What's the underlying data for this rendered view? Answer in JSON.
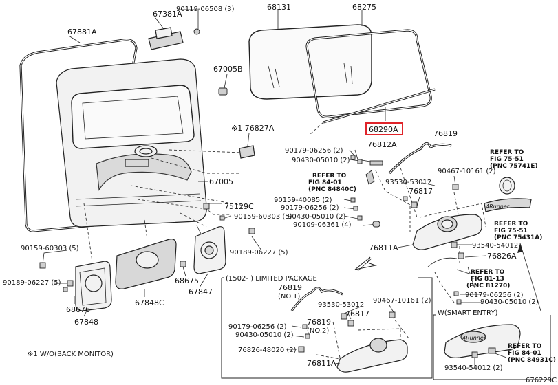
{
  "labels": {
    "p90119_06508": "90119-06508 (3)",
    "p67381A": "67381A",
    "p67881A": "67881A",
    "p68131": "68131",
    "p68275": "68275",
    "p67005B": "67005B",
    "p68290A": "68290A",
    "p67005": "67005",
    "p76827A": "※1 76827A",
    "p76812A": "76812A",
    "p76819_top": "76819",
    "p90179_06256_a": "90179-06256 (2)",
    "p90430_05010_a": "90430-05010 (2)",
    "refer_84840c_1": "REFER TO",
    "refer_84840c_2": "FIG 84-01",
    "refer_84840c_3": "(PNC 84840C)",
    "p93530_53012_a": "93530-53012",
    "p90467_10161_a": "90467-10161 (2)",
    "refer_75741_1": "REFER TO",
    "refer_75741_2": "FIG 75-51",
    "refer_75741_3": "(PNC 75741E)",
    "p76817_a": "76817",
    "p90159_40085": "90159-40085 (2)",
    "p90179_06256_b": "90179-06256 (2)",
    "p90430_05010_b": "90430-05010 (2)",
    "p90109_06361": "90109-06361 (4)",
    "p75129C": "75129C",
    "p90159_60303_5a": "90159-60303 (5)",
    "refer_75431_1": "REFER TO",
    "refer_75431_2": "FIG 75-51",
    "refer_75431_3": "(PNC 75431A)",
    "p90189_06227_5a": "90189-06227 (5)",
    "p90159_60303_5b": "90159-60303 (5)",
    "p76811A_a": "76811A",
    "p93540_54012_a": "93540-54012",
    "p76826A": "76826A",
    "refer_81270_1": "REFER TO",
    "refer_81270_2": "FIG 81-13",
    "refer_81270_3": "(PNC 81270)",
    "p90189_06227_5b": "90189-06227 (5)",
    "p68675": "68675",
    "p68676": "68676",
    "p67847": "67847",
    "p67848C": "67848C",
    "p67848": "67848",
    "limited_pkg": "(1502-     ) LIMITED PACKAGE",
    "p76819_no1": "76819",
    "p76819_no1_sub": "(NO.1)",
    "p93530_53012_b": "93530-53012",
    "p90467_10161_b": "90467-10161 (2)",
    "p76817_b": "76817",
    "p90179_06256_c": "90179-06256 (2)",
    "p90430_05010_c": "90430-05010 (2)",
    "p76819_no2": "76819",
    "p76819_no2_sub": "(NO.2)",
    "p76826_48020": "76826-48020 (2)",
    "p76811A_b": "76811A",
    "p90179_06256_d": "90179-06256 (2)",
    "p90430_05010_d": "90430-05010 (2)",
    "smart_entry": "W(SMART ENTRY)",
    "refer_84931_1": "REFER TO",
    "refer_84931_2": "FIG 84-01",
    "refer_84931_3": "(PNC 84931C)",
    "p93540_54012_b": "93540-54012 (2)",
    "footnote": "※1 W/O(BACK MONITOR)",
    "diagram_id": "676229C",
    "emblem_text": "4Runner"
  },
  "colors": {
    "highlight": "#e0242a",
    "line": "#222222"
  }
}
